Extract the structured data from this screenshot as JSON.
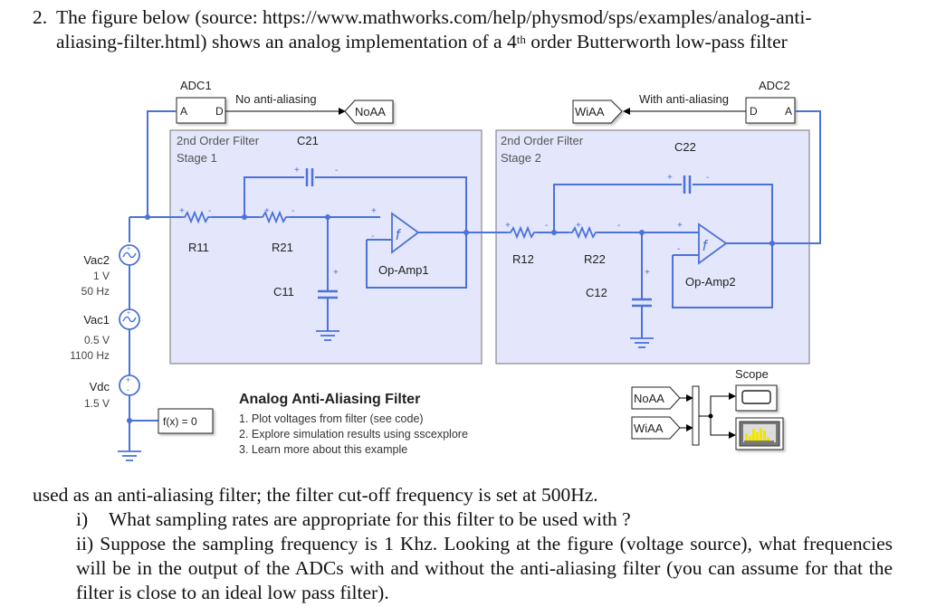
{
  "question": {
    "number": "2.",
    "intro_line1": "The figure below (source: https://www.mathworks.com/help/physmod/sps/examples/analog-anti-",
    "intro_line2_pre": "aliasing-filter.html) shows an analog implementation of a 4",
    "intro_sup": "th",
    "intro_line2_post": " order Butterworth low-pass filter",
    "continuation": "used as an anti-aliasing filter; the filter cut-off frequency is set at 500Hz.",
    "sub_questions": [
      {
        "label": "i)",
        "text": "What sampling rates are appropriate for this filter to be used with ?"
      },
      {
        "label": "ii)",
        "text": "Suppose the sampling frequency is 1 Khz. Looking at the figure (voltage source), what frequencies will be in the output of the ADCs with and without the anti-aliasing filter (you can assume for that the filter is close to an ideal low pass filter)."
      }
    ]
  },
  "diagram": {
    "colors": {
      "wire": "#4169d8",
      "subsystem_fill": "#e4e6fb",
      "subsystem_border": "#8a8a8a",
      "signal": "#000000",
      "scope_bar": "#f2e600"
    },
    "adc1": {
      "title": "ADC1",
      "in_port": "A",
      "out_port": "D"
    },
    "adc2": {
      "title": "ADC2",
      "in_port": "A",
      "out_port": "D"
    },
    "signal_no_aa": "No anti-aliasing",
    "signal_with_aa": "With anti-aliasing",
    "goto_noaa": "NoAA",
    "goto_wiaa": "WiAA",
    "stage1": {
      "title_line1": "2nd Order Filter",
      "title_line2": "Stage 1",
      "cap_feedback": "C21",
      "r1": "R11",
      "r2": "R21",
      "cap_ground": "C11",
      "opamp": "Op-Amp1"
    },
    "stage2": {
      "title_line1": "2nd Order Filter",
      "title_line2": "Stage 2",
      "cap_feedback": "C22",
      "r1": "R12",
      "r2": "R22",
      "cap_ground": "C12",
      "opamp": "Op-Amp2"
    },
    "sources": [
      {
        "name": "Vac2",
        "amplitude": "1 V",
        "frequency": "50 Hz",
        "type": "ac"
      },
      {
        "name": "Vac1",
        "amplitude": "0.5 V",
        "frequency": "1100 Hz",
        "type": "ac"
      },
      {
        "name": "Vdc",
        "amplitude": "1.5 V",
        "type": "dc"
      }
    ],
    "solver_config": "f(x) = 0",
    "annotation": {
      "title": "Analog Anti-Aliasing Filter",
      "items": [
        "1. Plot voltages from filter (see code)",
        "2. Explore simulation results using sscexplore",
        "3. Learn more about this example"
      ]
    },
    "from_noaa": "NoAA",
    "from_wiaa": "WiAA",
    "scope_label": "Scope"
  }
}
